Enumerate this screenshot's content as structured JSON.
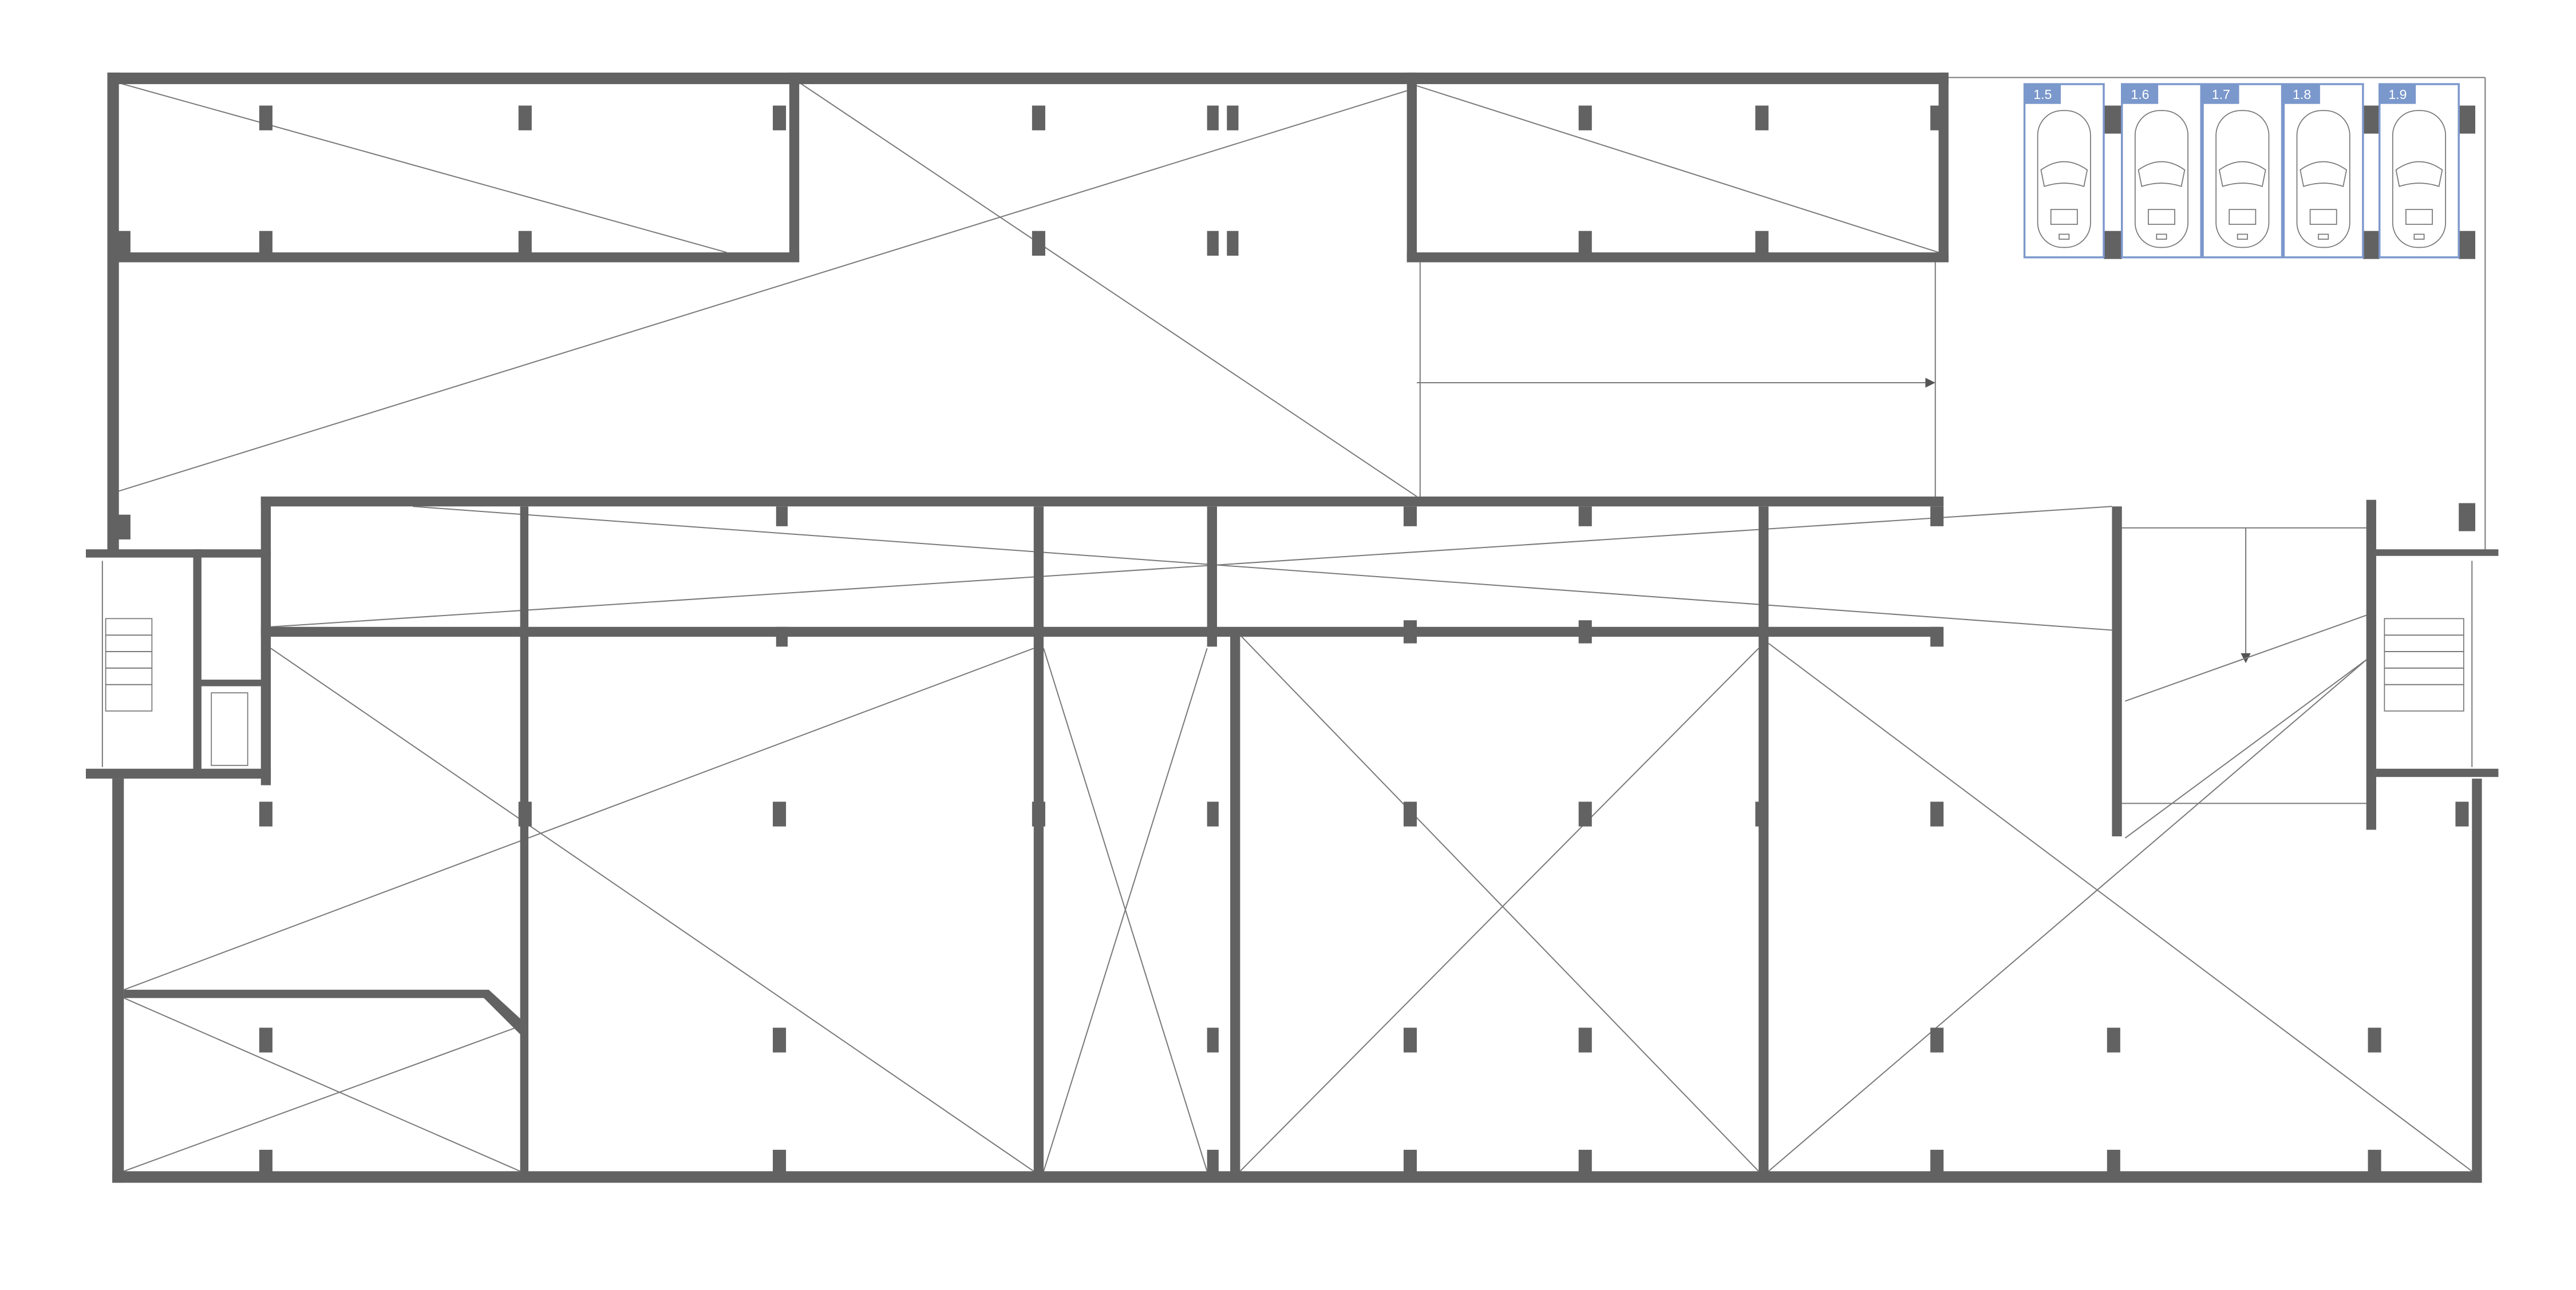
{
  "plan": {
    "title": "Parking floor plan",
    "stalls": [
      {
        "label": "1.5"
      },
      {
        "label": "1.6"
      },
      {
        "label": "1.7"
      },
      {
        "label": "1.8"
      },
      {
        "label": "1.9"
      }
    ],
    "colors": {
      "wall": "#626262",
      "stall": "#7b98cc",
      "line": "#7a7a7a"
    }
  }
}
